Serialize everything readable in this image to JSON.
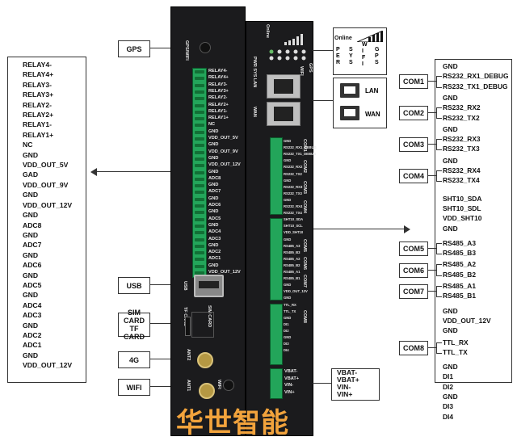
{
  "left_pins": [
    "RELAY4-",
    "RELAY4+",
    "RELAY3-",
    "RELAY3+",
    "RELAY2-",
    "RELAY2+",
    "RELAY1-",
    "RELAY1+",
    "NC",
    "GND",
    "VDD_OUT_5V",
    "GAD",
    "VDD_OUT_9V",
    "GND",
    "VDD_OUT_12V",
    "GND",
    "ADC8",
    "GND",
    "ADC7",
    "GND",
    "ADC6",
    "GND",
    "ADC5",
    "GND",
    "ADC4",
    "ADC3",
    "GND",
    "ADC2",
    "ADC1",
    "GND",
    "VDD_OUT_12V"
  ],
  "left_callouts": {
    "gps": "GPS",
    "usb": "USB",
    "sim_line1": "SIM CARD",
    "sim_line2": "TF CARD",
    "lte": "4G",
    "wifi": "WIFI"
  },
  "indicators": {
    "online": "Online",
    "per": "P\nE\nR",
    "sys": "S\nY\nS",
    "wifi": "W\nI\nF\nI",
    "gps": "G\nP\nS"
  },
  "ethernet": {
    "lan": "LAN",
    "wan": "WAN"
  },
  "com_groups": [
    {
      "label": "COM1",
      "pins": [
        "GND",
        "RS232_RX1_DEBUG",
        "RS232_TX1_DEBUG"
      ]
    },
    {
      "label": "COM2",
      "pins": [
        "GND",
        "RS232_RX2",
        "RS232_TX2"
      ]
    },
    {
      "label": "COM3",
      "pins": [
        "GND",
        "RS232_RX3",
        "RS232_TX3"
      ]
    },
    {
      "label": "COM4",
      "pins": [
        "GND",
        "RS232_RX4",
        "RS232_TX4"
      ]
    }
  ],
  "sht_pins": [
    "SHT10_SDA",
    "SHT10_SDL",
    "VDD_SHT10",
    "GND"
  ],
  "rs485_groups": [
    {
      "label": "COM5",
      "pins": [
        "RS485_A3",
        "RS485_B3"
      ]
    },
    {
      "label": "COM6",
      "pins": [
        "RS485_A2",
        "RS485_B2"
      ]
    },
    {
      "label": "COM7",
      "pins": [
        "RS485_A1",
        "RS485_B1"
      ]
    }
  ],
  "mid_pins": [
    "GND",
    "VDD_OUT_12V",
    "GND"
  ],
  "com8": {
    "label": "COM8",
    "pins": [
      "TTL_RX",
      "TTL_TX"
    ]
  },
  "di_pins": [
    "GND",
    "DI1",
    "DI2",
    "GND",
    "DI3",
    "DI4"
  ],
  "power_pins": [
    "VBAT-",
    "VBAT+",
    "VIN-",
    "VIN+"
  ],
  "device": {
    "left_panel": [
      "RELAY4-",
      "RELAY4+",
      "RELAY3-",
      "RELAY3+",
      "RELAY2-",
      "RELAY2+",
      "RELAY1-",
      "RELAY1+",
      "NC",
      "GND",
      "VDD_OUT_5V",
      "GND",
      "VDD_OUT_9V",
      "GND",
      "VDD_OUT_12V",
      "GND",
      "ADC8",
      "GND",
      "ADC7",
      "GND",
      "ADC6",
      "GND",
      "ADC5",
      "GND",
      "ADC4",
      "ADC3",
      "GND",
      "ADC2",
      "ADC1",
      "GND",
      "VDD_OUT_12V"
    ],
    "right_panel": [
      "GND",
      "RS232_RX1_DEBUG",
      "RS232_TX1_DEBUG",
      "GND",
      "RS232_RX2",
      "RS232_TX2",
      "GND",
      "RS232_RX3",
      "RS232_TX3",
      "GND",
      "RS232_RX4",
      "RS232_TX4",
      "SHT10_SDA",
      "SHT10_SCL",
      "VDD_SHT10",
      "GND",
      "RS485_A3",
      "RS485_B3",
      "RS485_A2",
      "RS485_B2",
      "RS485_A1",
      "RS485_B1",
      "GND",
      "VDD_OUT_12V",
      "GND",
      "TTL_RX",
      "TTL_TX",
      "GND",
      "DI1",
      "DI2",
      "GND",
      "DI3",
      "DI4"
    ],
    "power": [
      "VBAT-",
      "VBAT+",
      "VIN-",
      "VIN+"
    ],
    "vertical": {
      "gps_wifi": "GPS/WIFI",
      "usb": "USB",
      "tf_card": "TF CARD",
      "sim_card": "SIM CARD",
      "ant2": "ANT2",
      "ant1": "ANT1",
      "wifi": "WIFI",
      "online": "Online",
      "pwr_sys_lan": "PWR SYS LAN",
      "gps": "GPS",
      "wifi_led": "WIFI",
      "wan": "WAN",
      "com1": "COM1",
      "com2": "COM2",
      "com3": "COM3",
      "com4": "COM4",
      "com5": "COM5",
      "com6": "COM6",
      "com7": "COM7",
      "com8": "COM8"
    }
  },
  "watermark": "华世智能"
}
